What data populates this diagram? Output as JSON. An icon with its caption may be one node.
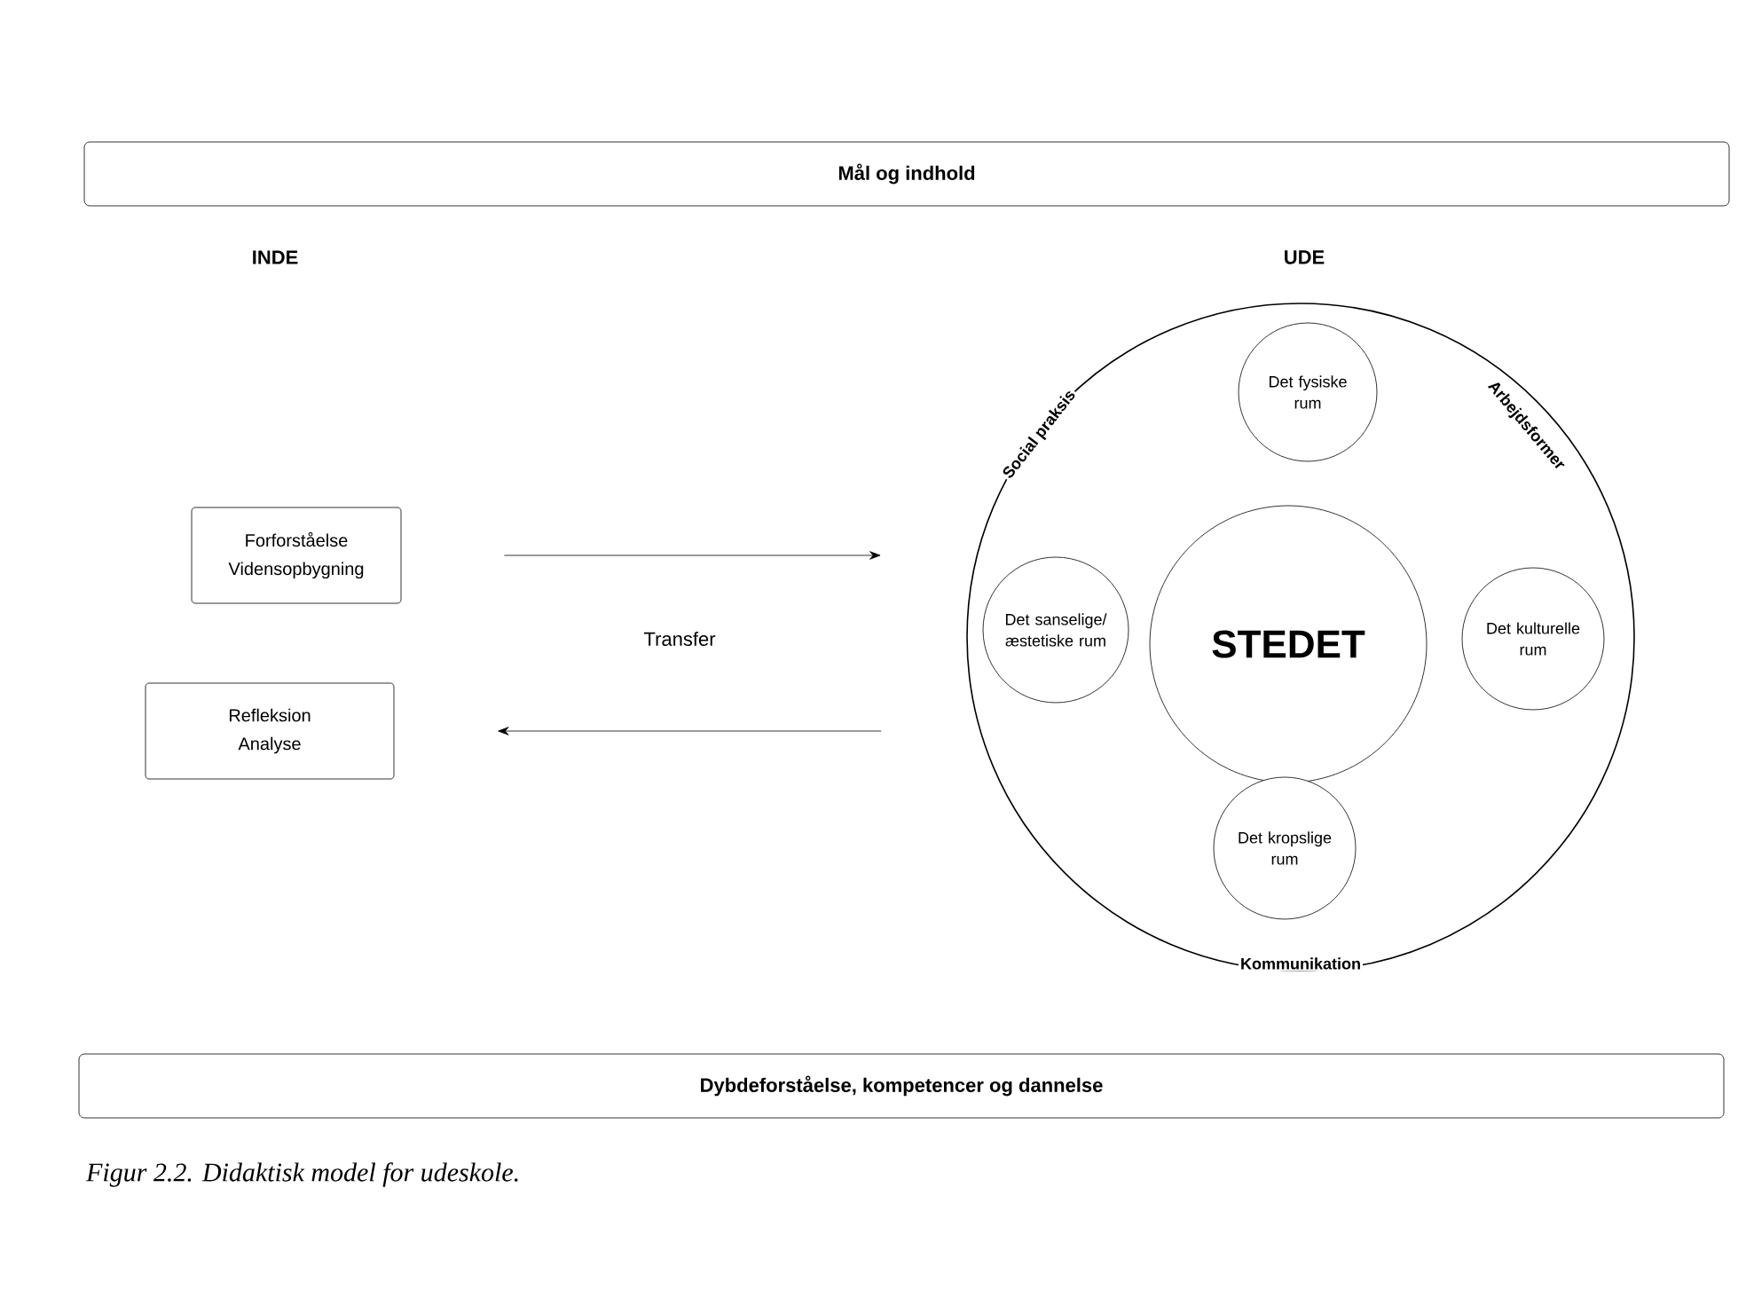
{
  "diagram": {
    "caption": "Figur 2.2. Didaktisk model for udeskole.",
    "nodes": [
      {
        "text": [
          "Mål og indhold"
        ]
      },
      {
        "text": [
          "Forforståelse Vidensopbygning"
        ]
      },
      {
        "text": [
          "Refleksion Analyse"
        ]
      },
      {
        "text": [
          "Social praksis",
          "Arbejdsformer",
          "Kommunikation"
        ]
      },
      {
        "text": [
          "STEDET"
        ],
        "in": 3
      },
      {
        "text": [
          "Det fysiske rum"
        ],
        "in": 3
      },
      {
        "text": [
          "Det sanselige/ æstetiske rum"
        ],
        "in": 3
      },
      {
        "text": [
          "Det kulturelle rum"
        ],
        "in": 3
      },
      {
        "text": [
          "Det kropslige rum"
        ],
        "in": 3
      },
      {
        "text": [
          "Dybdeforståelse, kompetencer og dannelse"
        ]
      }
    ],
    "edges": [
      {
        "from": 1,
        "to": 3,
        "arrow": "to"
      },
      {
        "from": 3,
        "to": 2,
        "arrow": "to"
      }
    ],
    "labels": [
      "INDE",
      "UDE",
      "Transfer"
    ]
  }
}
